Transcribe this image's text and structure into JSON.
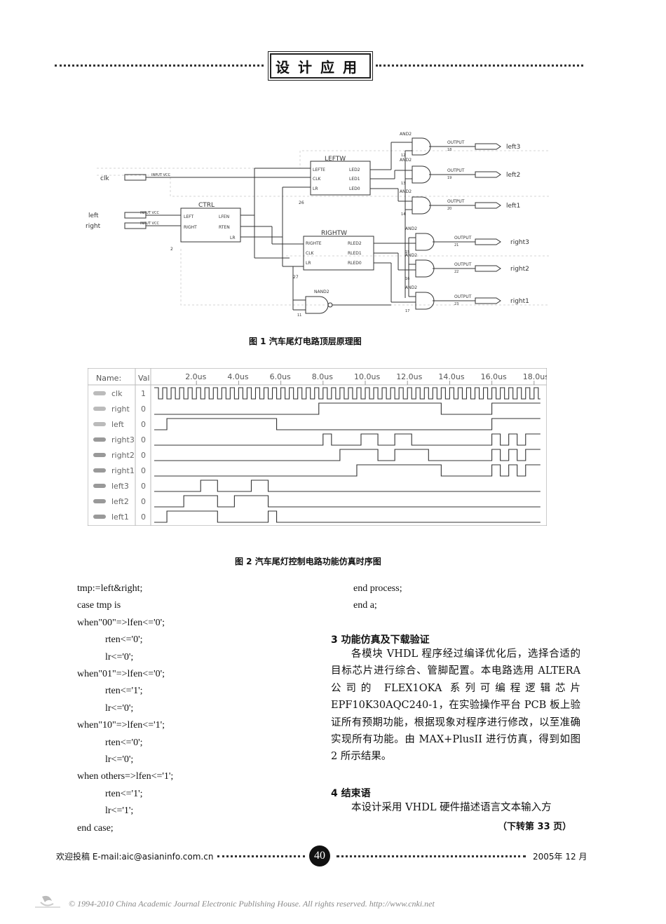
{
  "header": {
    "section_title": "设计应用"
  },
  "figure1": {
    "caption": "图 1   汽车尾灯电路顶层原理图",
    "inputs": [
      {
        "name": "clk",
        "tag": "INPUT VCC"
      },
      {
        "name": "left",
        "tag": "INPUT VCC"
      },
      {
        "name": "right",
        "tag": "INPUT VCC"
      }
    ],
    "blocks": [
      {
        "name": "CTRL",
        "pins_left": [
          "LEFT",
          "RIGHT"
        ],
        "pins_right": [
          "LFEN",
          "RTEN",
          "LR"
        ],
        "number": "2"
      },
      {
        "name": "LEFTW",
        "pins_left": [
          "LEFTE",
          "CLK",
          "LR"
        ],
        "pins_right": [
          "LED2",
          "LED1",
          "LED0"
        ],
        "number": "26"
      },
      {
        "name": "RIGHTW",
        "pins_left": [
          "RIGHTE",
          "CLK",
          "LR"
        ],
        "pins_right": [
          "RLED2",
          "RLED1",
          "RLED0"
        ],
        "number": "27"
      }
    ],
    "gate_labels": {
      "and": "AND2",
      "nand": "NAND2",
      "nand_number": "11"
    },
    "outputs": [
      {
        "name": "left3",
        "tag": "OUTPUT",
        "number": "18"
      },
      {
        "name": "left2",
        "tag": "OUTPUT",
        "number": "19"
      },
      {
        "name": "left1",
        "tag": "OUTPUT",
        "number": "20"
      },
      {
        "name": "right3",
        "tag": "OUTPUT",
        "number": "21"
      },
      {
        "name": "right2",
        "tag": "OUTPUT",
        "number": "22"
      },
      {
        "name": "right1",
        "tag": "OUTPUT",
        "number": "23"
      }
    ],
    "gate_numbers": [
      "12",
      "13",
      "14",
      "15",
      "16",
      "17"
    ]
  },
  "figure2": {
    "caption": "图 2  汽车尾灯控制电路功能仿真时序图",
    "header_name": "Name:",
    "header_value": "Val",
    "time_labels": [
      "2.0us",
      "4.0us",
      "6.0us",
      "8.0us",
      "10.0us",
      "12.0us",
      "14.0us",
      "16.0us",
      "18.0us"
    ],
    "signals": [
      {
        "name": "clk",
        "value": "1",
        "kind": "input"
      },
      {
        "name": "right",
        "value": "0",
        "kind": "input"
      },
      {
        "name": "left",
        "value": "0",
        "kind": "input"
      },
      {
        "name": "right3",
        "value": "0",
        "kind": "output"
      },
      {
        "name": "right2",
        "value": "0",
        "kind": "output"
      },
      {
        "name": "right1",
        "value": "0",
        "kind": "output"
      },
      {
        "name": "left3",
        "value": "0",
        "kind": "output"
      },
      {
        "name": "left2",
        "value": "0",
        "kind": "output"
      },
      {
        "name": "left1",
        "value": "0",
        "kind": "output"
      }
    ]
  },
  "code_left": [
    {
      "text": "tmp:=left&right;",
      "indent": false
    },
    {
      "text": "case tmp is",
      "indent": false
    },
    {
      "text": "when\"00\"=>lfen<='0';",
      "indent": false
    },
    {
      "text": "rten<='0';",
      "indent": true
    },
    {
      "text": "lr<='0';",
      "indent": true
    },
    {
      "text": "when\"01\"=>lfen<='0';",
      "indent": false
    },
    {
      "text": "rten<='1';",
      "indent": true
    },
    {
      "text": "lr<='0';",
      "indent": true
    },
    {
      "text": "when\"10\"=>lfen<='1';",
      "indent": false
    },
    {
      "text": "rten<='0';",
      "indent": true
    },
    {
      "text": "lr<='0';",
      "indent": true
    },
    {
      "text": "when others=>lfen<='1';",
      "indent": false
    },
    {
      "text": "rten<='1';",
      "indent": true
    },
    {
      "text": "lr<='1';",
      "indent": true
    },
    {
      "text": "end case;",
      "indent": false
    }
  ],
  "code_right": [
    "end process;",
    "end a;"
  ],
  "section3": {
    "heading": "3   功能仿真及下载验证",
    "body": "各模块 VHDL 程序经过编译优化后，选择合适的目标芯片进行综合、管脚配置。本电路选用 ALTERA 公司的 FLEX1OKA 系列可编程逻辑芯片 EPF10K30AQC240-1，在实验操作平台 PCB 板上验证所有预期功能，根据现象对程序进行修改，以至准确实现所有功能。由 MAX+PlusII 进行仿真，得到如图 2 所示结果。"
  },
  "section4": {
    "heading": "4   结束语",
    "body": "本设计采用 VHDL 硬件描述语言文本输入方",
    "continued": "（下转第 33 页）"
  },
  "footer": {
    "left_text": "欢迎投稿   E-mail:aic@asianinfo.com.cn",
    "page_number": "40",
    "date": "2005年 12 月"
  },
  "copyright": "© 1994-2010 China Academic Journal Electronic Publishing House. All rights reserved.    http://www.cnki.net",
  "watermark": "www.cnki.net"
}
